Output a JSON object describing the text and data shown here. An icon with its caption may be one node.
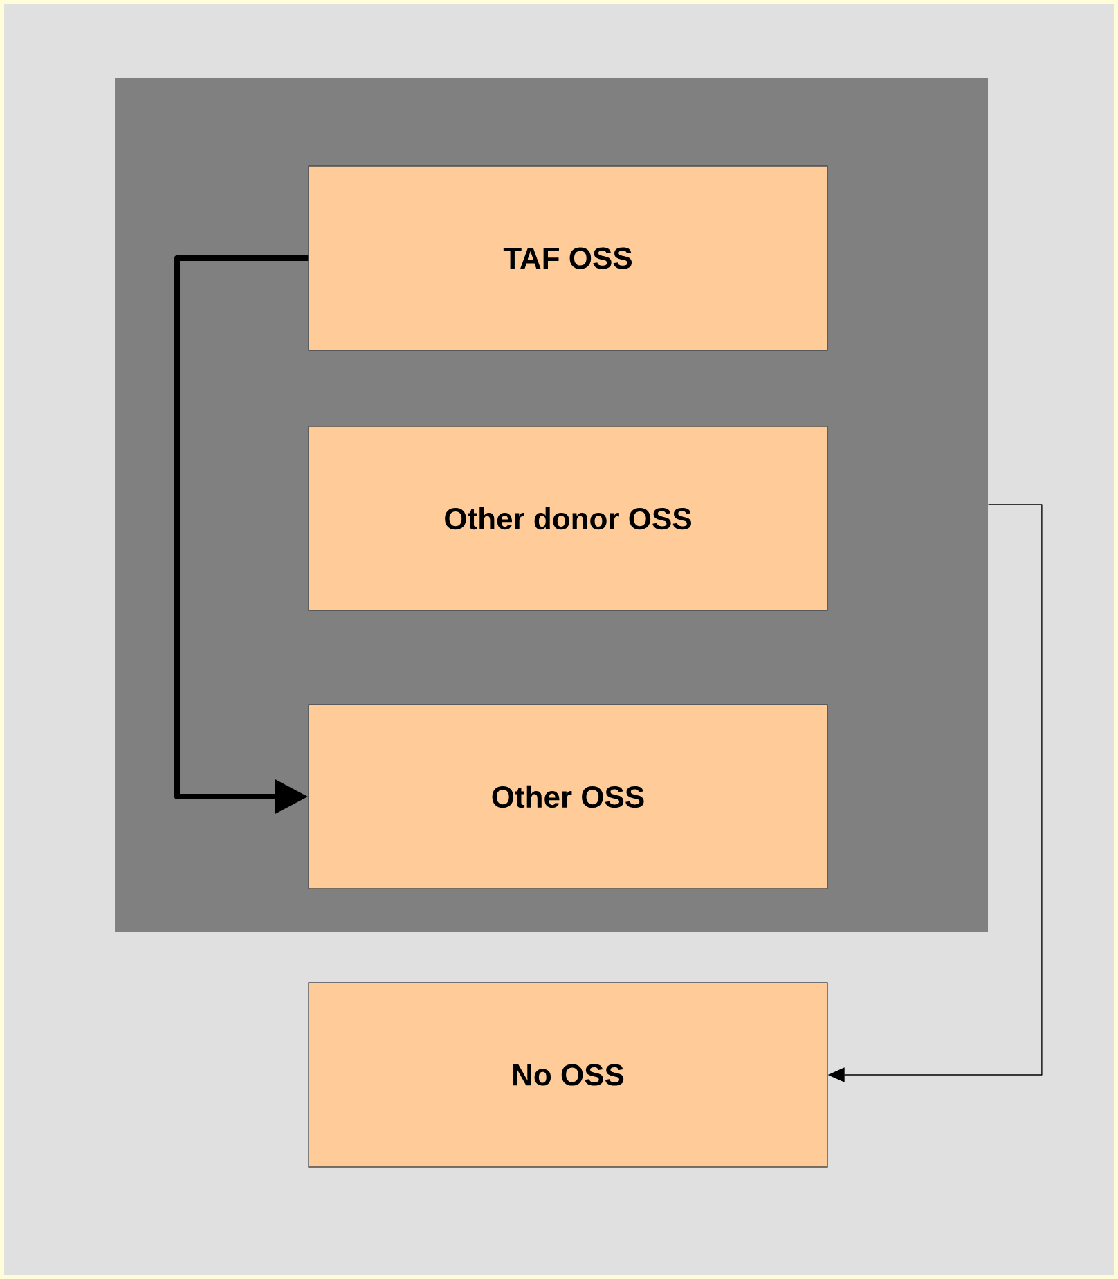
{
  "diagram": {
    "nodes": [
      {
        "text": [],
        "shape": "box"
      },
      {
        "text": [
          "TAF OSS"
        ],
        "in": 0
      },
      {
        "text": [
          "Other donor OSS"
        ],
        "in": 0
      },
      {
        "text": [
          "Other OSS"
        ],
        "in": 0
      },
      {
        "text": [
          "No OSS"
        ]
      }
    ],
    "edges": [
      {
        "from": 1,
        "to": 3,
        "arrow": "to",
        "style": "thick"
      },
      {
        "from": 0,
        "to": 4,
        "arrow": "to"
      }
    ]
  }
}
